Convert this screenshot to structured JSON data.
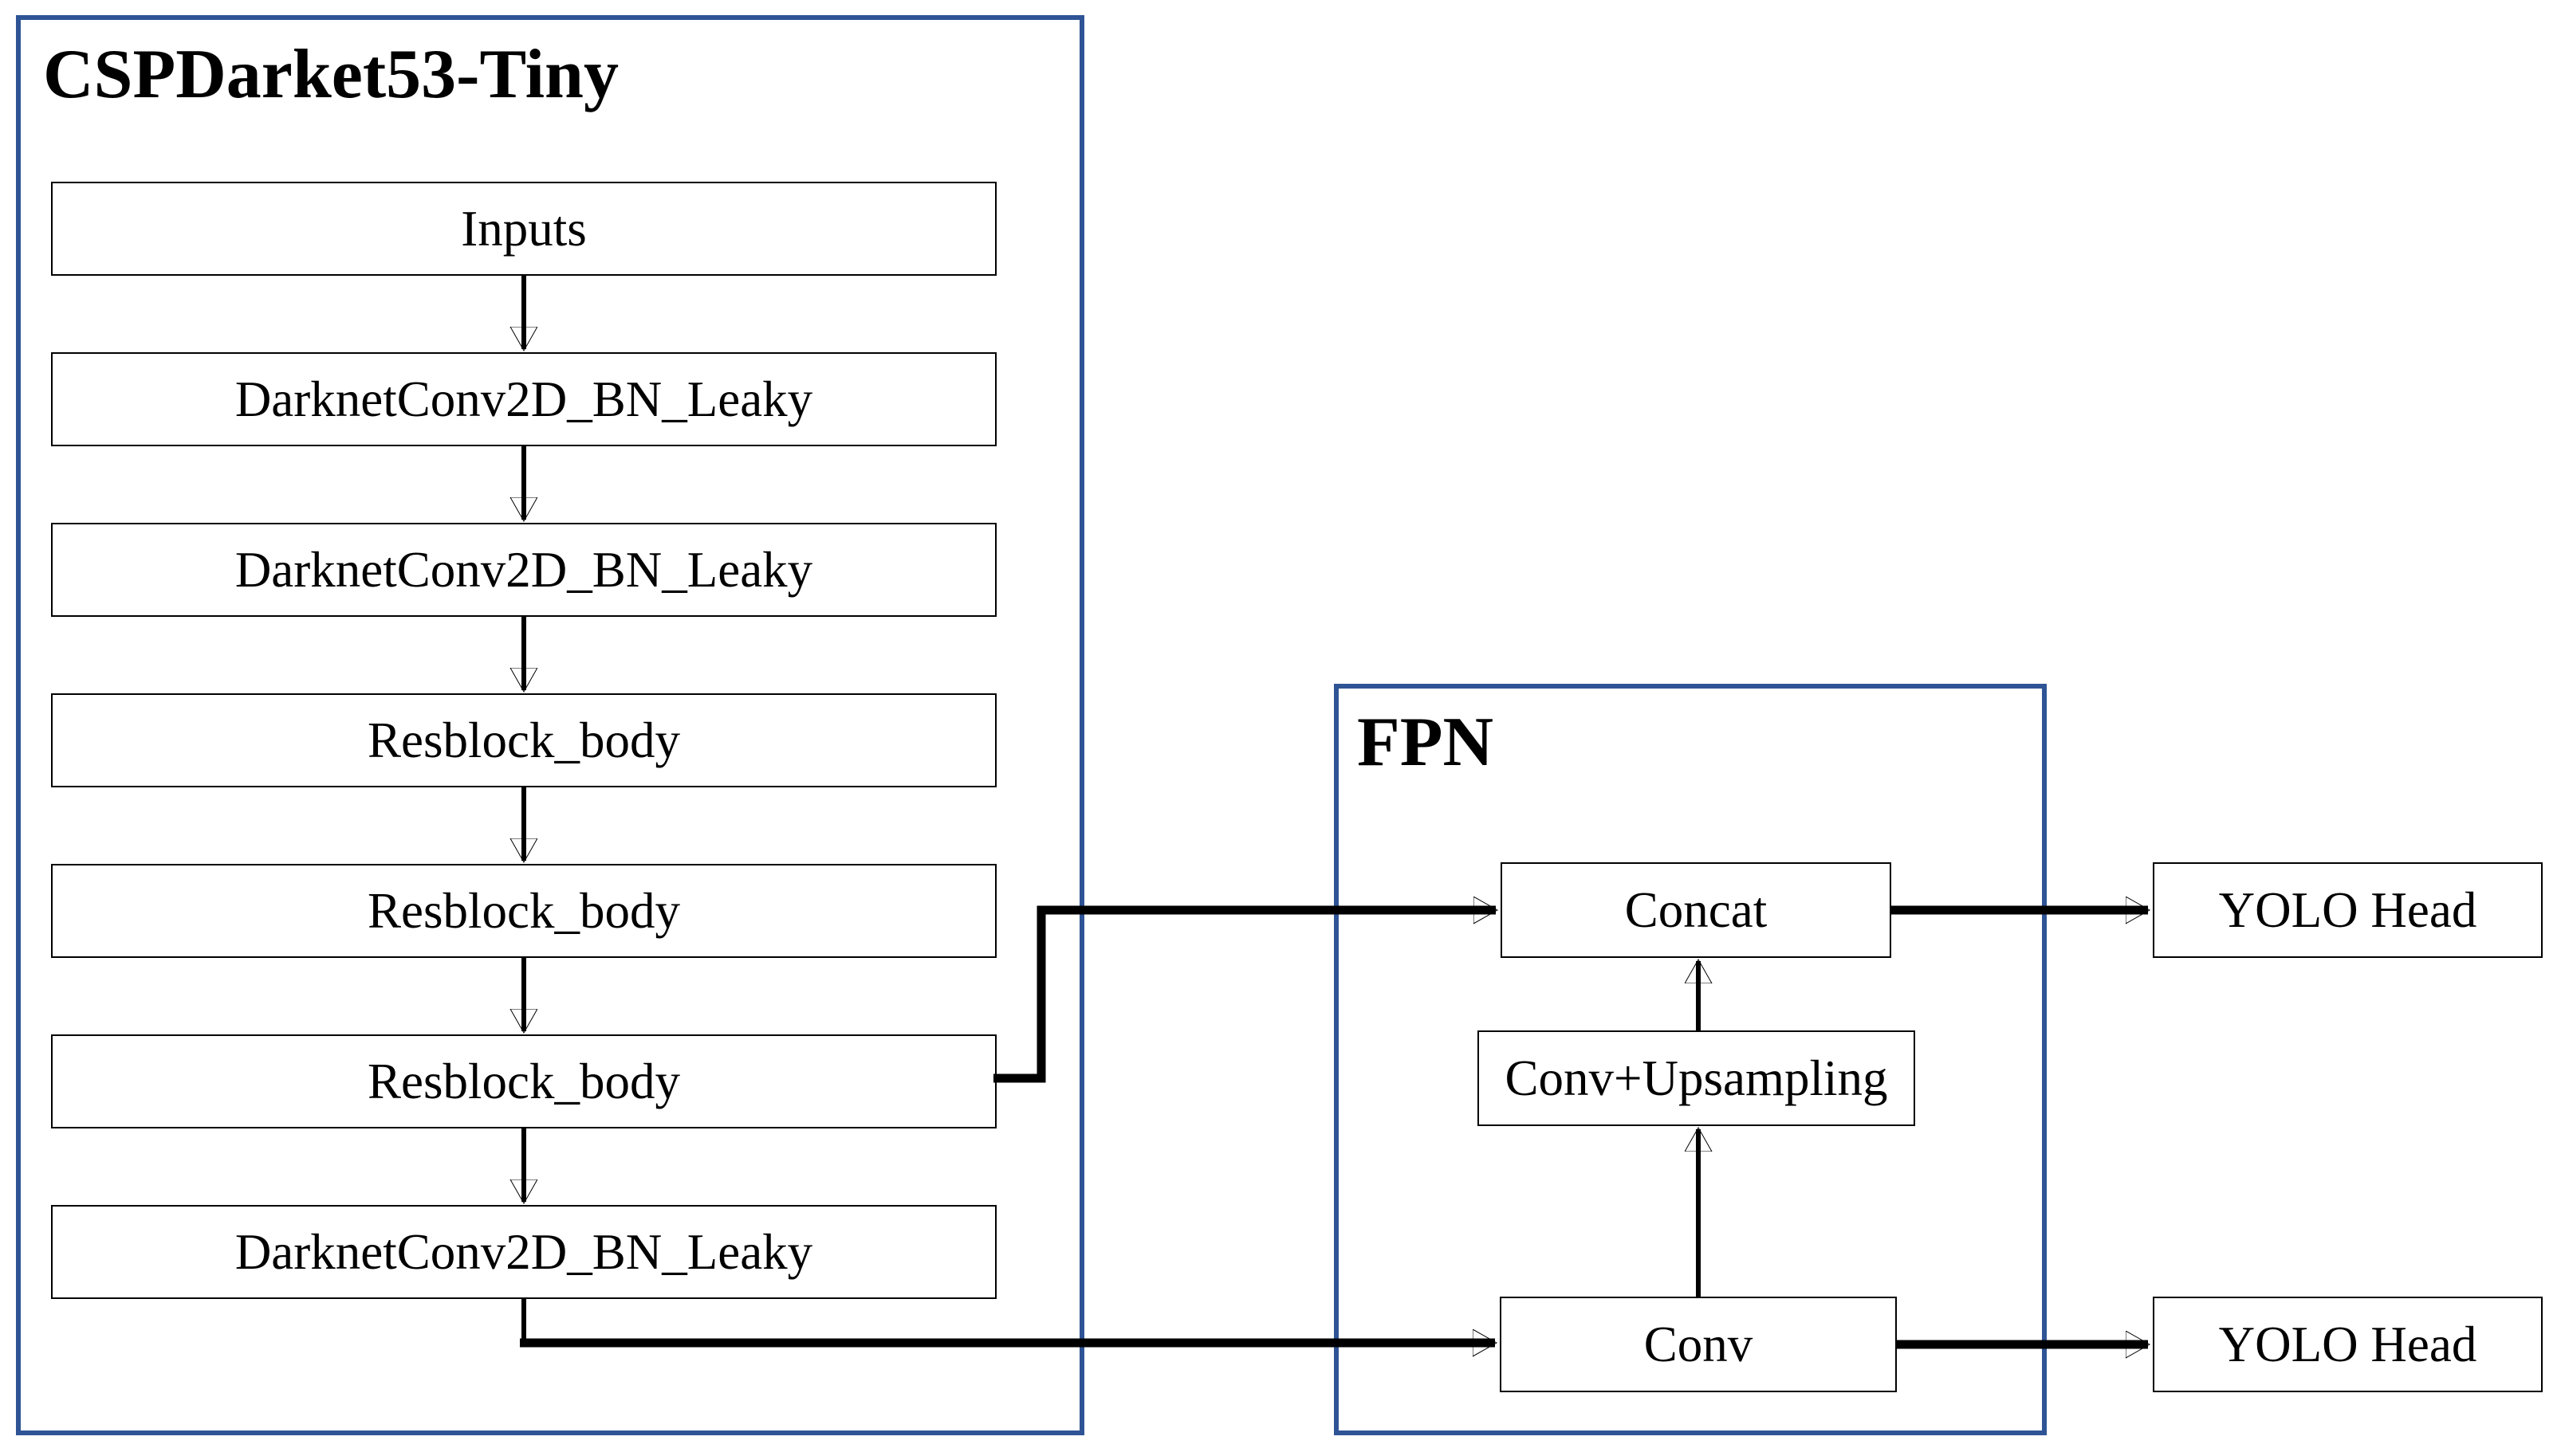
{
  "backbone": {
    "title": "CSPDarket53-Tiny",
    "nodes": [
      {
        "label": "Inputs"
      },
      {
        "label": "DarknetConv2D_BN_Leaky"
      },
      {
        "label": "DarknetConv2D_BN_Leaky"
      },
      {
        "label": "Resblock_body"
      },
      {
        "label": "Resblock_body"
      },
      {
        "label": "Resblock_body"
      },
      {
        "label": "DarknetConv2D_BN_Leaky"
      }
    ]
  },
  "fpn": {
    "title": "FPN",
    "nodes": [
      {
        "label": "Concat"
      },
      {
        "label": "Conv+Upsampling"
      },
      {
        "label": "Conv"
      }
    ]
  },
  "outputs": [
    {
      "label": "YOLO Head"
    },
    {
      "label": "YOLO Head"
    }
  ],
  "connections": [
    {
      "from": "Inputs",
      "to": "DarknetConv2D_BN_Leaky (1)"
    },
    {
      "from": "DarknetConv2D_BN_Leaky (1)",
      "to": "DarknetConv2D_BN_Leaky (2)"
    },
    {
      "from": "DarknetConv2D_BN_Leaky (2)",
      "to": "Resblock_body (1)"
    },
    {
      "from": "Resblock_body (1)",
      "to": "Resblock_body (2)"
    },
    {
      "from": "Resblock_body (2)",
      "to": "Resblock_body (3)"
    },
    {
      "from": "Resblock_body (3)",
      "to": "DarknetConv2D_BN_Leaky (3)"
    },
    {
      "from": "Resblock_body (3)",
      "to": "Concat"
    },
    {
      "from": "DarknetConv2D_BN_Leaky (3)",
      "to": "Conv"
    },
    {
      "from": "Conv",
      "to": "Conv+Upsampling"
    },
    {
      "from": "Conv+Upsampling",
      "to": "Concat"
    },
    {
      "from": "Concat",
      "to": "YOLO Head (top)"
    },
    {
      "from": "Conv",
      "to": "YOLO Head (bottom)"
    }
  ],
  "colors": {
    "group_border": "#2F5496",
    "node_border": "#000000",
    "arrow": "#000000",
    "text": "#000000",
    "background": "#FFFFFF"
  }
}
